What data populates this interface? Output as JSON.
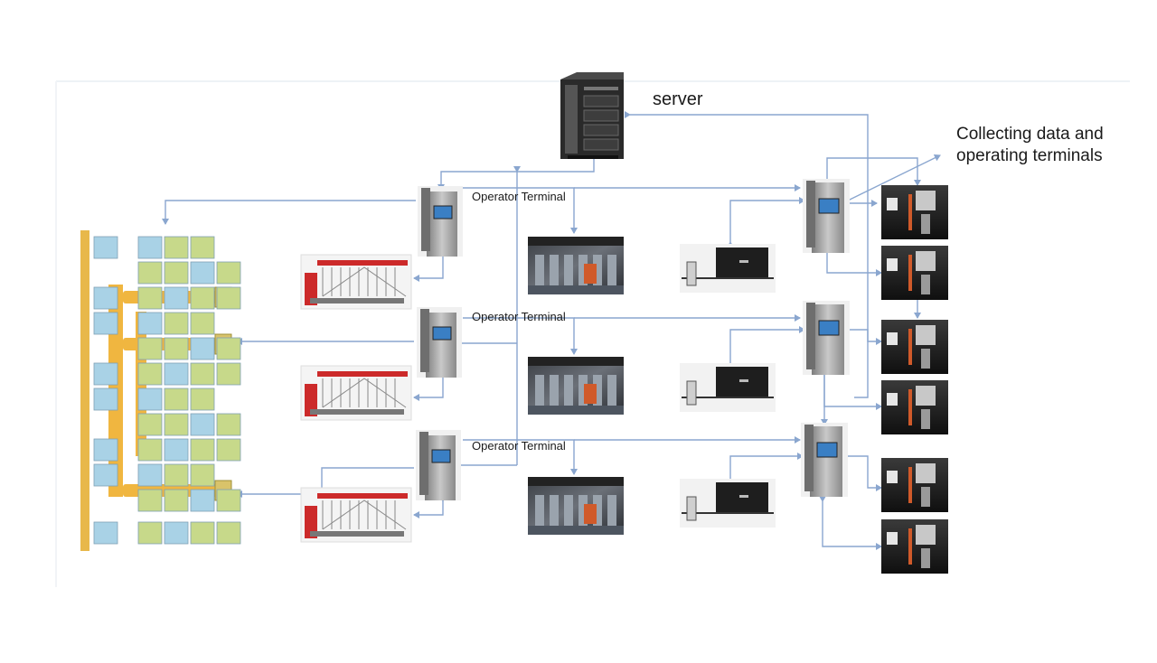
{
  "labels": {
    "server": "server",
    "operator_terminal": "Operator Terminal",
    "collecting": "Collecting data and operating terminals"
  },
  "colors": {
    "connector": "#8aa6cf",
    "line_fill": "#f0b640",
    "panel_green": "#c7d98a",
    "panel_blue": "#a9d2e6",
    "spinning_red": "#cc2a2a",
    "device_dark": "#1e1e1e",
    "terminal_gray": "#9a9a9a",
    "screen_blue": "#3a7fc4"
  },
  "icons": {
    "server": "server-tower-icon",
    "operator_terminal": "terminal-kiosk-icon",
    "spinning_machine": "spinning-machine-icon",
    "factory_photo": "factory-floor-photo",
    "collector_device": "data-collector-device-icon",
    "terminal_device": "operating-terminal-device-icon"
  }
}
